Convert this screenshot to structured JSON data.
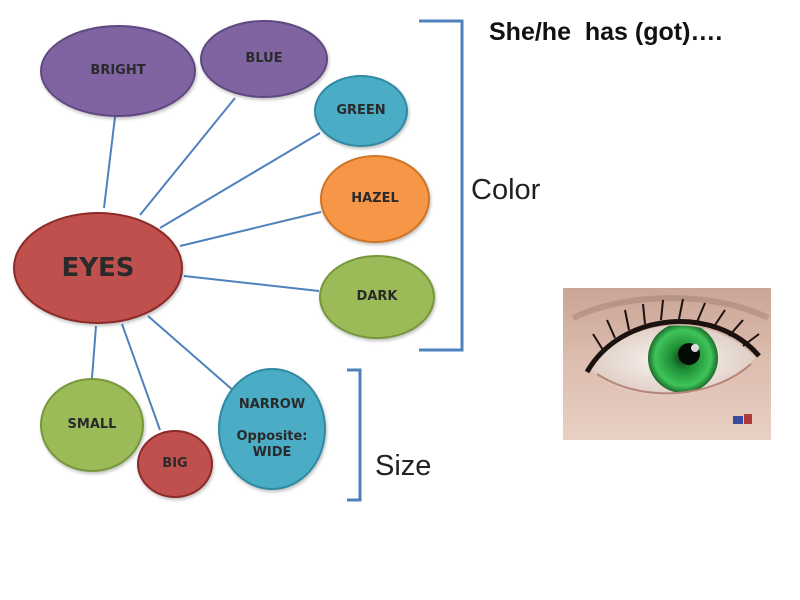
{
  "heading": "She/he  has (got)….",
  "center": {
    "label": "EYES",
    "color": "#c0504d",
    "border": "#8c2a28"
  },
  "color_group": {
    "label": "Color",
    "items": [
      {
        "label": "BRIGHT",
        "color": "#8064a2",
        "border": "#5e4880"
      },
      {
        "label": "BLUE",
        "color": "#8064a2",
        "border": "#5e4880"
      },
      {
        "label": "GREEN",
        "color": "#4bacc6",
        "border": "#2f8aa2"
      },
      {
        "label": "HAZEL",
        "color": "#f79646",
        "border": "#d07426"
      },
      {
        "label": "DARK",
        "color": "#9bbb59",
        "border": "#76973a"
      }
    ]
  },
  "size_group": {
    "label": "Size",
    "items": [
      {
        "label": "SMALL",
        "color": "#9bbb59",
        "border": "#76973a"
      },
      {
        "label": "BIG",
        "color": "#c0504d",
        "border": "#8c2a28"
      },
      {
        "label": "NARROW\n\nOpposite:\nWIDE",
        "color": "#4bacc6",
        "border": "#2f8aa2"
      }
    ]
  },
  "colors": {
    "connector": "#4f81bd",
    "bracket": "#4f81bd",
    "iris": "#2eb04a"
  },
  "photo": {
    "icon": "green-eye-photo"
  }
}
